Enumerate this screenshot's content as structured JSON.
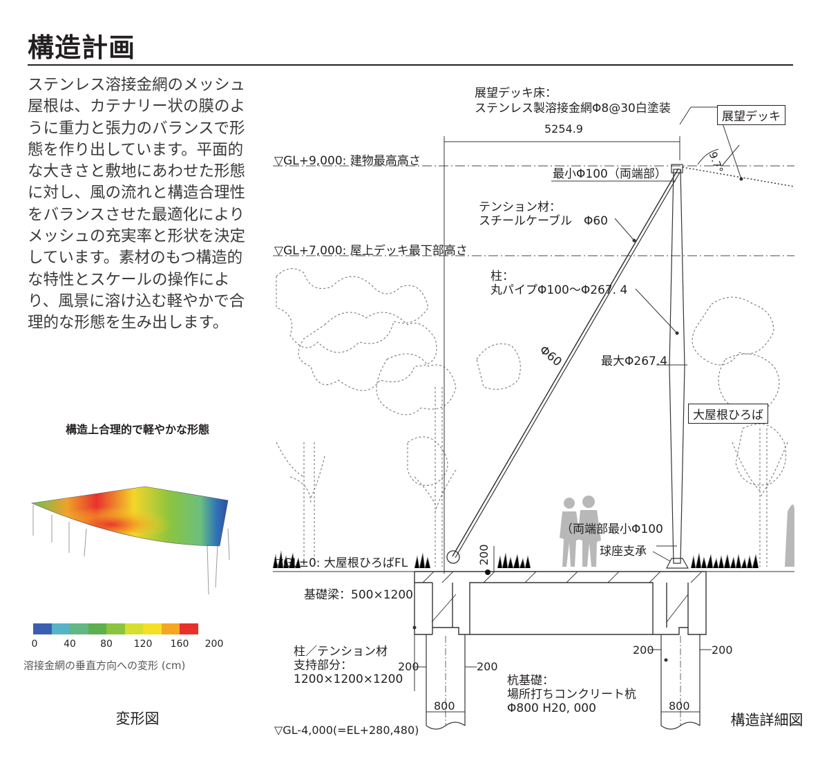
{
  "header": {
    "title": "構造計画"
  },
  "intro": "ステンレス溶接金網のメッシュ屋根は、カテナリー状の膜のように重力と張力のバランスで形態を作り出しています。平面的な大きさと敷地にあわせた形態に対し、風の流れと構造合理性をバランスさせた最適化によりメッシュの充実率と形状を決定しています。素材のもつ構造的な特性とスケールの操作により、風景に溶け込む軽やかで合理的な形態を生み出します。",
  "deformation": {
    "title": "構造上合理的で軽やかな形態",
    "scale_colors": [
      "#3a5fb0",
      "#57b3c6",
      "#63b785",
      "#5cb04f",
      "#8cc43f",
      "#d6df2f",
      "#f4e025",
      "#f5a623",
      "#e8312d"
    ],
    "scale_ticks": [
      "0",
      "40",
      "80",
      "120",
      "160",
      "200"
    ],
    "scale_label": "溶接金網の垂直方向への変形 (cm)",
    "caption": "変形図"
  },
  "detail": {
    "caption": "構造詳細図",
    "levels": {
      "gl9000": "▽GL+9,000: 建物最高高さ",
      "gl7000": "▽GL+7,000: 屋上デッキ最下部高さ",
      "gl0": "▽GL±0: 大屋根ひろばFL",
      "gl_minus": "▽GL-4,000(=EL+280,480)"
    },
    "deck_floor": [
      "展望デッキ床：",
      "ステンレス製溶接金網Φ8@30白塗装"
    ],
    "deck_label": "展望デッキ",
    "roof_label": "大屋根ひろば",
    "span_dim": "5254.9",
    "angle": "9.7°",
    "min_top": "最小Φ100（両端部）",
    "tension": [
      "テンション材：",
      "スチールケーブル　Φ60"
    ],
    "column": [
      "柱：",
      "丸パイプΦ100～Φ267. 4"
    ],
    "phi60": "Φ60",
    "max_dia": "最大Φ267.4",
    "min_bottom": "（両端部最小Φ100",
    "bearing": "球座支承",
    "dim200": "200",
    "beam": "基礎梁：500×1200",
    "support": [
      "柱／テンション材",
      "支持部分：",
      "1200×1200×1200"
    ],
    "pile": [
      "杭基礎：",
      "場所打ちコンクリート杭",
      "Φ800  H20, 000"
    ],
    "dim800": "800"
  }
}
